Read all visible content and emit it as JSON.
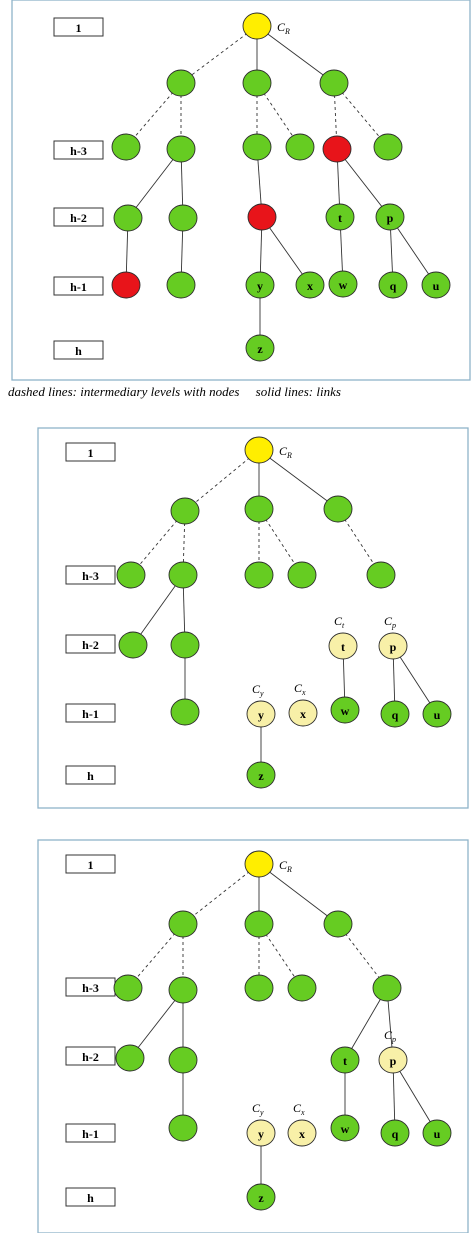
{
  "colors": {
    "green": "#66cc22",
    "red": "#e8141a",
    "yellow": "#ffee00",
    "cream": "#f8f0a8"
  },
  "caption": "dashed lines: intermediary levels with nodes     solid lines: links",
  "panels": [
    {
      "id": "panel-1",
      "levels": [
        "1",
        "h-3",
        "h-2",
        "h-1",
        "h"
      ],
      "nodes": [
        {
          "id": "root",
          "color": "yellow",
          "label": "",
          "cluster": "R"
        },
        {
          "id": "a1",
          "color": "green",
          "label": ""
        },
        {
          "id": "a2",
          "color": "green",
          "label": ""
        },
        {
          "id": "a3",
          "color": "green",
          "label": ""
        },
        {
          "id": "b1",
          "color": "green",
          "label": ""
        },
        {
          "id": "b2",
          "color": "green",
          "label": ""
        },
        {
          "id": "b3",
          "color": "green",
          "label": ""
        },
        {
          "id": "b4",
          "color": "green",
          "label": ""
        },
        {
          "id": "b5",
          "color": "red",
          "label": ""
        },
        {
          "id": "b6",
          "color": "green",
          "label": ""
        },
        {
          "id": "c1",
          "color": "green",
          "label": ""
        },
        {
          "id": "c2",
          "color": "green",
          "label": ""
        },
        {
          "id": "c3",
          "color": "red",
          "label": ""
        },
        {
          "id": "t",
          "color": "green",
          "label": "t"
        },
        {
          "id": "p",
          "color": "green",
          "label": "p"
        },
        {
          "id": "d1",
          "color": "red",
          "label": ""
        },
        {
          "id": "d2",
          "color": "green",
          "label": ""
        },
        {
          "id": "y",
          "color": "green",
          "label": "y"
        },
        {
          "id": "x",
          "color": "green",
          "label": "x"
        },
        {
          "id": "w",
          "color": "green",
          "label": "w"
        },
        {
          "id": "q",
          "color": "green",
          "label": "q"
        },
        {
          "id": "u",
          "color": "green",
          "label": "u"
        },
        {
          "id": "z",
          "color": "green",
          "label": "z"
        }
      ],
      "edges": [
        [
          "root",
          "a1",
          "dashed"
        ],
        [
          "root",
          "a2",
          "solid"
        ],
        [
          "root",
          "a3",
          "solid"
        ],
        [
          "a1",
          "b1",
          "dashed"
        ],
        [
          "a1",
          "b2",
          "dashed"
        ],
        [
          "a2",
          "b3",
          "dashed"
        ],
        [
          "a2",
          "b4",
          "dashed"
        ],
        [
          "a3",
          "b5",
          "dashed"
        ],
        [
          "a3",
          "b6",
          "dashed"
        ],
        [
          "b2",
          "c1",
          "solid"
        ],
        [
          "b2",
          "c2",
          "solid"
        ],
        [
          "b3",
          "c3",
          "solid"
        ],
        [
          "b5",
          "t",
          "solid"
        ],
        [
          "b5",
          "p",
          "solid"
        ],
        [
          "c1",
          "d1",
          "solid"
        ],
        [
          "c2",
          "d2",
          "solid"
        ],
        [
          "c3",
          "y",
          "solid"
        ],
        [
          "c3",
          "x",
          "solid"
        ],
        [
          "t",
          "w",
          "solid"
        ],
        [
          "p",
          "q",
          "solid"
        ],
        [
          "p",
          "u",
          "solid"
        ],
        [
          "y",
          "z",
          "solid"
        ]
      ]
    },
    {
      "id": "panel-2",
      "levels": [
        "1",
        "h-3",
        "h-2",
        "h-1",
        "h"
      ],
      "nodes": [
        {
          "id": "root",
          "color": "yellow",
          "label": "",
          "cluster": "R"
        },
        {
          "id": "a1",
          "color": "green",
          "label": ""
        },
        {
          "id": "a2",
          "color": "green",
          "label": ""
        },
        {
          "id": "a3",
          "color": "green",
          "label": ""
        },
        {
          "id": "b1",
          "color": "green",
          "label": ""
        },
        {
          "id": "b2",
          "color": "green",
          "label": ""
        },
        {
          "id": "b3",
          "color": "green",
          "label": ""
        },
        {
          "id": "b4",
          "color": "green",
          "label": ""
        },
        {
          "id": "b6",
          "color": "green",
          "label": ""
        },
        {
          "id": "c1",
          "color": "green",
          "label": ""
        },
        {
          "id": "c2",
          "color": "green",
          "label": ""
        },
        {
          "id": "t",
          "color": "cream",
          "label": "t",
          "cluster": "t"
        },
        {
          "id": "p",
          "color": "cream",
          "label": "p",
          "cluster": "p"
        },
        {
          "id": "d2",
          "color": "green",
          "label": ""
        },
        {
          "id": "y",
          "color": "cream",
          "label": "y",
          "cluster": "y"
        },
        {
          "id": "x",
          "color": "cream",
          "label": "x",
          "cluster": "x"
        },
        {
          "id": "w",
          "color": "green",
          "label": "w"
        },
        {
          "id": "q",
          "color": "green",
          "label": "q"
        },
        {
          "id": "u",
          "color": "green",
          "label": "u"
        },
        {
          "id": "z",
          "color": "green",
          "label": "z"
        }
      ],
      "edges": [
        [
          "root",
          "a1",
          "dashed"
        ],
        [
          "root",
          "a2",
          "solid"
        ],
        [
          "root",
          "a3",
          "solid"
        ],
        [
          "a1",
          "b1",
          "dashed"
        ],
        [
          "a1",
          "b2",
          "dashed"
        ],
        [
          "a2",
          "b3",
          "dashed"
        ],
        [
          "a2",
          "b4",
          "dashed"
        ],
        [
          "a3",
          "b6",
          "dashed"
        ],
        [
          "b2",
          "c1",
          "solid"
        ],
        [
          "b2",
          "c2",
          "solid"
        ],
        [
          "c2",
          "d2",
          "solid"
        ],
        [
          "t",
          "w",
          "solid"
        ],
        [
          "p",
          "q",
          "solid"
        ],
        [
          "p",
          "u",
          "solid"
        ],
        [
          "y",
          "z",
          "solid"
        ]
      ]
    },
    {
      "id": "panel-3",
      "levels": [
        "1",
        "h-3",
        "h-2",
        "h-1",
        "h"
      ],
      "nodes": [
        {
          "id": "root",
          "color": "yellow",
          "label": "",
          "cluster": "R"
        },
        {
          "id": "a1",
          "color": "green",
          "label": ""
        },
        {
          "id": "a2",
          "color": "green",
          "label": ""
        },
        {
          "id": "a3",
          "color": "green",
          "label": ""
        },
        {
          "id": "b1",
          "color": "green",
          "label": ""
        },
        {
          "id": "b2",
          "color": "green",
          "label": ""
        },
        {
          "id": "b3",
          "color": "green",
          "label": ""
        },
        {
          "id": "b4",
          "color": "green",
          "label": ""
        },
        {
          "id": "b6",
          "color": "green",
          "label": ""
        },
        {
          "id": "c1",
          "color": "green",
          "label": ""
        },
        {
          "id": "c2",
          "color": "green",
          "label": ""
        },
        {
          "id": "t",
          "color": "green",
          "label": "t"
        },
        {
          "id": "p",
          "color": "cream",
          "label": "p",
          "cluster": "p"
        },
        {
          "id": "d2",
          "color": "green",
          "label": ""
        },
        {
          "id": "y",
          "color": "cream",
          "label": "y",
          "cluster": "y"
        },
        {
          "id": "x",
          "color": "cream",
          "label": "x",
          "cluster": "x"
        },
        {
          "id": "w",
          "color": "green",
          "label": "w"
        },
        {
          "id": "q",
          "color": "green",
          "label": "q"
        },
        {
          "id": "u",
          "color": "green",
          "label": "u"
        },
        {
          "id": "z",
          "color": "green",
          "label": "z"
        }
      ],
      "edges": [
        [
          "root",
          "a1",
          "dashed"
        ],
        [
          "root",
          "a2",
          "solid"
        ],
        [
          "root",
          "a3",
          "solid"
        ],
        [
          "a1",
          "b1",
          "dashed"
        ],
        [
          "a1",
          "b2",
          "dashed"
        ],
        [
          "a2",
          "b3",
          "dashed"
        ],
        [
          "a2",
          "b4",
          "dashed"
        ],
        [
          "a3",
          "b6",
          "dashed"
        ],
        [
          "b2",
          "c1",
          "solid"
        ],
        [
          "b2",
          "c2",
          "solid"
        ],
        [
          "c2",
          "d2",
          "solid"
        ],
        [
          "b6",
          "t",
          "solid"
        ],
        [
          "b6",
          "p",
          "solid"
        ],
        [
          "t",
          "w",
          "solid"
        ],
        [
          "p",
          "q",
          "solid"
        ],
        [
          "p",
          "u",
          "solid"
        ],
        [
          "y",
          "z",
          "solid"
        ]
      ]
    }
  ]
}
